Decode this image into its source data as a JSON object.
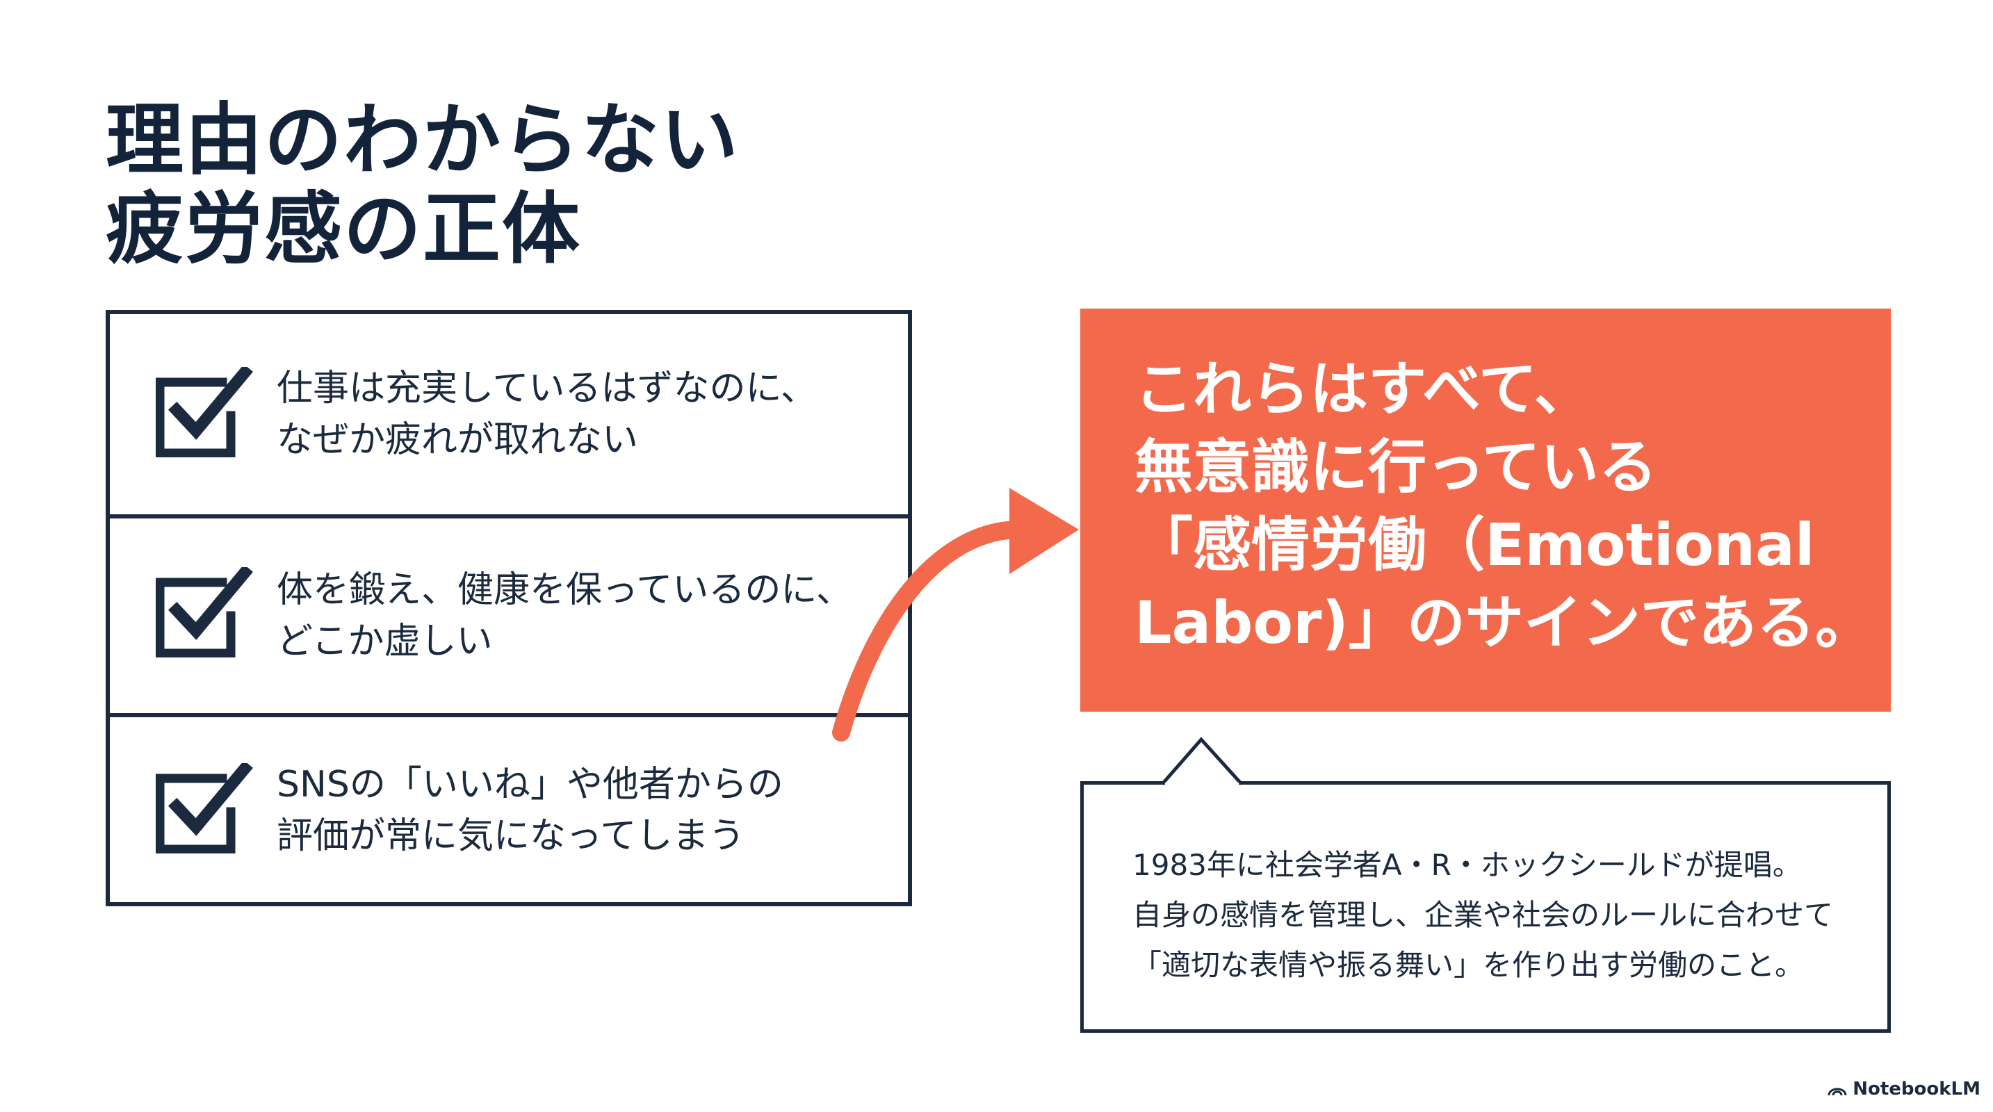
{
  "title": {
    "line1": "理由のわからない",
    "line2": "疲労感の正体"
  },
  "checklist": [
    {
      "icon": "checkbox-checked-icon",
      "line1": "仕事は充実しているはずなのに、",
      "line2": "なぜか疲れが取れない"
    },
    {
      "icon": "checkbox-checked-icon",
      "line1": "体を鍛え、健康を保っているのに、",
      "line2": "どこか虚しい"
    },
    {
      "icon": "checkbox-checked-icon",
      "line1": "SNSの「いいね」や他者からの",
      "line2": "評価が常に気になってしまう"
    }
  ],
  "highlight": {
    "line1": "これらはすべて、",
    "line2": "無意識に行っている",
    "line3": "「感情労働（Emotional",
    "line4": "Labor)」のサインである。"
  },
  "note": {
    "line1": "1983年に社会学者A・R・ホックシールドが提唱。",
    "line2": "自身の感情を管理し、企業や社会のルールに合わせて",
    "line3": "「適切な表情や振る舞い」を作り出す労働のこと。"
  },
  "brand": {
    "name": "NotebookLM",
    "icon": "notebooklm-logo-icon"
  },
  "colors": {
    "accent": "#f26a4b",
    "navy": "#1b2a3e",
    "background": "#ffffff"
  }
}
